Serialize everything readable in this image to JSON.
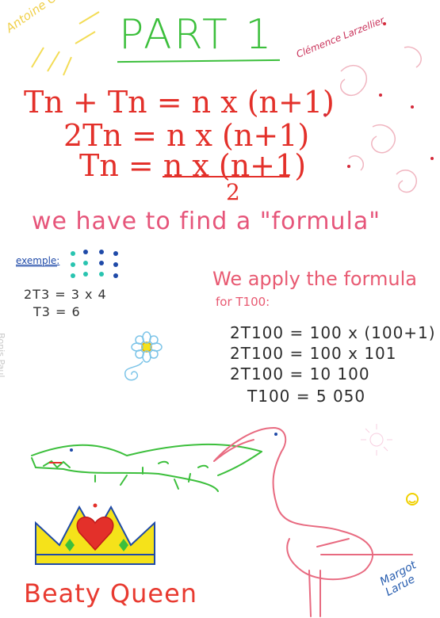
{
  "title": "PART 1",
  "equations": {
    "line1": "Tn + Tn = n x (n+1)",
    "line2": "2Tn = n x (n+1)",
    "line3": "Tn = n x (n+1)",
    "denominator": "2"
  },
  "find_text": "we have to find a \"formula\"",
  "example": {
    "label": "exemple:",
    "line1": "2T3 = 3 x 4",
    "line2": "T3 = 6"
  },
  "apply": {
    "heading": "We apply the formula",
    "subheading": "for T100:",
    "steps": [
      "2T100 = 100 x (100+1)",
      "2T100 = 100 x 101",
      "2T100 = 10 100",
      "T100 = 5 050"
    ]
  },
  "crown_caption": "Beaty Queen",
  "signatures": {
    "top_left": "Antoine Oudi",
    "top_right": "Clémence Larzellier",
    "bottom_right": "Margot Larue",
    "left_faint": "Bonis Paul"
  },
  "colors": {
    "title": "#3cbf3c",
    "equations": "#e3302a",
    "find": "#e6557a",
    "apply": "#e85a72",
    "crown_fill": "#f5e21a",
    "crocodile": "#3cbf3c",
    "flamingo": "#e86a80",
    "flower": "#7cc4e8"
  }
}
